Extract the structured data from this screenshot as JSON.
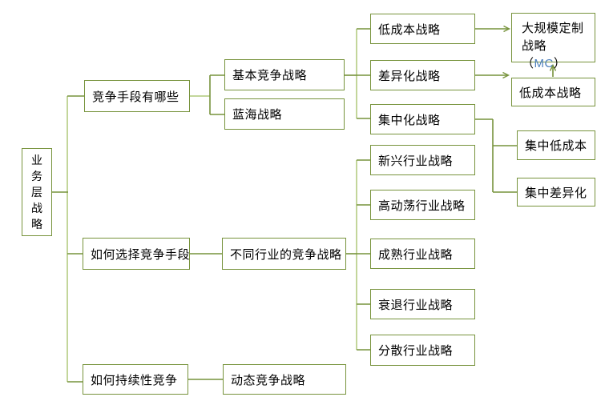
{
  "diagram": {
    "type": "tree-flowchart",
    "colors": {
      "background": "#ffffff",
      "box_border": "#77933c",
      "connector_olive": "#77933c",
      "connector_light": "#c3d69b",
      "text": "#000000",
      "mc_code_blue": "#4f81bd"
    },
    "nodes": {
      "root": {
        "label": "业务层战略"
      },
      "q_methods": {
        "label": "竞争手段有哪些"
      },
      "q_choose": {
        "label": "如何选择竞争手段"
      },
      "q_sustain": {
        "label": "如何持续性竞争"
      },
      "basic": {
        "label": "基本竞争战略"
      },
      "blue_ocean": {
        "label": "蓝海战略"
      },
      "industry": {
        "label": "不同行业的竞争战略"
      },
      "dynamic": {
        "label": "动态竞争战略"
      },
      "low_cost": {
        "label": "低成本战略"
      },
      "differentiation": {
        "label": "差异化战略"
      },
      "focus": {
        "label": "集中化战略"
      },
      "mass_custom": {
        "prefix": "大规模定制战略（",
        "code": "MC",
        "suffix": "）"
      },
      "low_cost2": {
        "label": "低成本战略"
      },
      "focus_low_cost": {
        "label": "集中低成本"
      },
      "focus_diff": {
        "label": "集中差异化"
      },
      "emerging": {
        "label": "新兴行业战略"
      },
      "turbulent": {
        "label": "高动荡行业战略"
      },
      "mature": {
        "label": "成熟行业战略"
      },
      "declining": {
        "label": "衰退行业战略"
      },
      "fragmented": {
        "label": "分散行业战略"
      }
    },
    "edges": [
      {
        "from": "root",
        "to": "q_methods",
        "arrow": false
      },
      {
        "from": "root",
        "to": "q_choose",
        "arrow": false
      },
      {
        "from": "root",
        "to": "q_sustain",
        "arrow": false
      },
      {
        "from": "q_methods",
        "to": "basic",
        "arrow": false
      },
      {
        "from": "q_methods",
        "to": "blue_ocean",
        "arrow": false
      },
      {
        "from": "basic",
        "to": "low_cost",
        "arrow": false
      },
      {
        "from": "basic",
        "to": "differentiation",
        "arrow": false
      },
      {
        "from": "basic",
        "to": "focus",
        "arrow": false
      },
      {
        "from": "low_cost",
        "to": "mass_custom",
        "arrow": true
      },
      {
        "from": "differentiation",
        "to": "low_cost2",
        "arrow": true
      },
      {
        "from": "low_cost2",
        "to": "mass_custom",
        "arrow": true
      },
      {
        "from": "focus",
        "to": "focus_low_cost",
        "arrow": false
      },
      {
        "from": "focus",
        "to": "focus_diff",
        "arrow": false
      },
      {
        "from": "q_choose",
        "to": "industry",
        "arrow": false
      },
      {
        "from": "industry",
        "to": "emerging",
        "arrow": false
      },
      {
        "from": "industry",
        "to": "turbulent",
        "arrow": false
      },
      {
        "from": "industry",
        "to": "mature",
        "arrow": false
      },
      {
        "from": "industry",
        "to": "declining",
        "arrow": false
      },
      {
        "from": "industry",
        "to": "fragmented",
        "arrow": false
      },
      {
        "from": "q_sustain",
        "to": "dynamic",
        "arrow": false
      }
    ]
  }
}
